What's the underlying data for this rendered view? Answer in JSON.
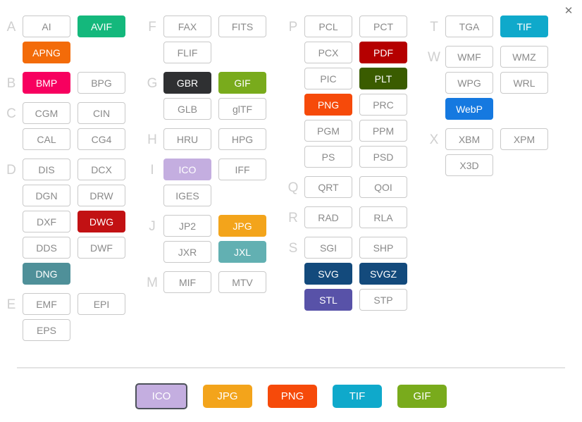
{
  "dialog": {
    "close_label": "✕",
    "ghost_text": ""
  },
  "colors": {
    "default_border": "#c9c9c9",
    "default_text": "#8a8a8a",
    "letter": "#cfcfcf",
    "divider": "#e3e3e3",
    "selected_outline": "#4c5159",
    "avif": "#14b87c",
    "apng": "#f36b09",
    "bmp": "#f7005f",
    "dwg": "#c21113",
    "dng": "#4f9099",
    "gbr": "#2f3032",
    "gif": "#79ab1c",
    "ico": "#c4aee0",
    "jpg": "#f3a41b",
    "jxl": "#62b0b2",
    "pdf": "#b50000",
    "plt": "#3a5c00",
    "png": "#f64a0a",
    "svg": "#134a7c",
    "svgz": "#134a7c",
    "stl": "#5852a8",
    "tif": "#0fa9cb",
    "webp": "#1579e0"
  },
  "columns": [
    {
      "name": "column-1",
      "groups": [
        {
          "letter": "A",
          "items": [
            {
              "label": "AI",
              "color": null
            },
            {
              "label": "AVIF",
              "color": "#14b87c"
            },
            {
              "label": "APNG",
              "color": "#f36b09"
            }
          ]
        },
        {
          "letter": "B",
          "items": [
            {
              "label": "BMP",
              "color": "#f7005f"
            },
            {
              "label": "BPG",
              "color": null
            }
          ]
        },
        {
          "letter": "C",
          "items": [
            {
              "label": "CGM",
              "color": null
            },
            {
              "label": "CIN",
              "color": null
            },
            {
              "label": "CAL",
              "color": null
            },
            {
              "label": "CG4",
              "color": null
            }
          ]
        },
        {
          "letter": "D",
          "items": [
            {
              "label": "DIS",
              "color": null
            },
            {
              "label": "DCX",
              "color": null
            },
            {
              "label": "DGN",
              "color": null
            },
            {
              "label": "DRW",
              "color": null
            },
            {
              "label": "DXF",
              "color": null
            },
            {
              "label": "DWG",
              "color": "#c21113"
            },
            {
              "label": "DDS",
              "color": null
            },
            {
              "label": "DWF",
              "color": null
            },
            {
              "label": "DNG",
              "color": "#4f9099"
            }
          ]
        },
        {
          "letter": "E",
          "items": [
            {
              "label": "EMF",
              "color": null
            },
            {
              "label": "EPI",
              "color": null
            },
            {
              "label": "EPS",
              "color": null
            }
          ]
        }
      ]
    },
    {
      "name": "column-2",
      "groups": [
        {
          "letter": "F",
          "items": [
            {
              "label": "FAX",
              "color": null
            },
            {
              "label": "FITS",
              "color": null
            },
            {
              "label": "FLIF",
              "color": null
            }
          ]
        },
        {
          "letter": "G",
          "items": [
            {
              "label": "GBR",
              "color": "#2f3032"
            },
            {
              "label": "GIF",
              "color": "#79ab1c"
            },
            {
              "label": "GLB",
              "color": null
            },
            {
              "label": "glTF",
              "color": null
            }
          ]
        },
        {
          "letter": "H",
          "items": [
            {
              "label": "HRU",
              "color": null
            },
            {
              "label": "HPG",
              "color": null
            }
          ]
        },
        {
          "letter": "I",
          "items": [
            {
              "label": "ICO",
              "color": "#c4aee0"
            },
            {
              "label": "IFF",
              "color": null
            },
            {
              "label": "IGES",
              "color": null
            }
          ]
        },
        {
          "letter": "J",
          "items": [
            {
              "label": "JP2",
              "color": null
            },
            {
              "label": "JPG",
              "color": "#f3a41b"
            },
            {
              "label": "JXR",
              "color": null
            },
            {
              "label": "JXL",
              "color": "#62b0b2"
            }
          ]
        },
        {
          "letter": "M",
          "items": [
            {
              "label": "MIF",
              "color": null
            },
            {
              "label": "MTV",
              "color": null
            }
          ]
        }
      ]
    },
    {
      "name": "column-3",
      "groups": [
        {
          "letter": "P",
          "items": [
            {
              "label": "PCL",
              "color": null
            },
            {
              "label": "PCT",
              "color": null
            },
            {
              "label": "PCX",
              "color": null
            },
            {
              "label": "PDF",
              "color": "#b50000"
            },
            {
              "label": "PIC",
              "color": null
            },
            {
              "label": "PLT",
              "color": "#3a5c00"
            },
            {
              "label": "PNG",
              "color": "#f64a0a"
            },
            {
              "label": "PRC",
              "color": null
            },
            {
              "label": "PGM",
              "color": null
            },
            {
              "label": "PPM",
              "color": null
            },
            {
              "label": "PS",
              "color": null
            },
            {
              "label": "PSD",
              "color": null
            }
          ]
        },
        {
          "letter": "Q",
          "items": [
            {
              "label": "QRT",
              "color": null
            },
            {
              "label": "QOI",
              "color": null
            }
          ]
        },
        {
          "letter": "R",
          "items": [
            {
              "label": "RAD",
              "color": null
            },
            {
              "label": "RLA",
              "color": null
            }
          ]
        },
        {
          "letter": "S",
          "items": [
            {
              "label": "SGI",
              "color": null
            },
            {
              "label": "SHP",
              "color": null
            },
            {
              "label": "SVG",
              "color": "#134a7c"
            },
            {
              "label": "SVGZ",
              "color": "#134a7c"
            },
            {
              "label": "STL",
              "color": "#5852a8"
            },
            {
              "label": "STP",
              "color": null
            }
          ]
        }
      ]
    },
    {
      "name": "column-4",
      "groups": [
        {
          "letter": "T",
          "items": [
            {
              "label": "TGA",
              "color": null
            },
            {
              "label": "TIF",
              "color": "#0fa9cb"
            }
          ]
        },
        {
          "letter": "W",
          "items": [
            {
              "label": "WMF",
              "color": null
            },
            {
              "label": "WMZ",
              "color": null
            },
            {
              "label": "WPG",
              "color": null
            },
            {
              "label": "WRL",
              "color": null
            },
            {
              "label": "WebP",
              "color": "#1579e0"
            }
          ]
        },
        {
          "letter": "X",
          "items": [
            {
              "label": "XBM",
              "color": null
            },
            {
              "label": "XPM",
              "color": null
            },
            {
              "label": "X3D",
              "color": null
            }
          ]
        }
      ]
    }
  ],
  "popular": [
    {
      "label": "ICO",
      "color": "#c4aee0",
      "selected": true
    },
    {
      "label": "JPG",
      "color": "#f3a41b",
      "selected": false
    },
    {
      "label": "PNG",
      "color": "#f64a0a",
      "selected": false
    },
    {
      "label": "TIF",
      "color": "#0fa9cb",
      "selected": false
    },
    {
      "label": "GIF",
      "color": "#79ab1c",
      "selected": false
    }
  ]
}
